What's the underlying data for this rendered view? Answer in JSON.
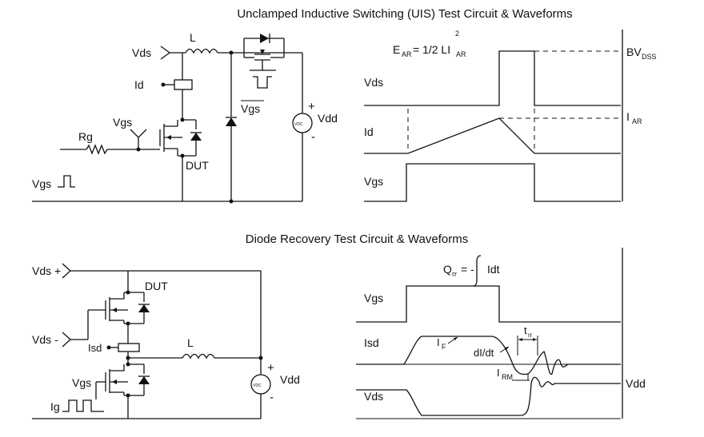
{
  "uis": {
    "title": "Unclamped Inductive Switching (UIS) Test Circuit & Waveforms",
    "vds": "Vds",
    "l": "L",
    "id": "Id",
    "vgs": "Vgs",
    "rg": "Rg",
    "dut": "DUT",
    "vgs_pulse": "Vgs",
    "vgs_bar": "Vgs",
    "vdd": "Vdd",
    "vdc": "VDC",
    "plus": "+",
    "minus": "-",
    "ear_main": "E",
    "ear_sub": "AR",
    "ear_eq": "= 1/2 LI",
    "ear_sup": "2",
    "ear_sub2": "AR",
    "wf_vds": "Vds",
    "wf_id": "Id",
    "wf_vgs": "Vgs",
    "bv_main": "BV",
    "bv_sub": "DSS",
    "iar_main": "I",
    "iar_sub": "AR"
  },
  "diode": {
    "title": "Diode Recovery Test Circuit & Waveforms",
    "vds_plus": "Vds +",
    "vds_minus": "Vds -",
    "dut": "DUT",
    "isd": "Isd",
    "l": "L",
    "vgs": "Vgs",
    "ig": "Ig",
    "vdd": "Vdd",
    "vdc": "VDC",
    "plus": "+",
    "minus": "-",
    "qrr_main": "Q",
    "qrr_sub": "rr",
    "qrr_eq": "= -",
    "qrr_int": "Idt",
    "wf_vgs": "Vgs",
    "wf_isd": "Isd",
    "wf_vds": "Vds",
    "if_main": "I",
    "if_sub": "F",
    "didt": "dI/dt",
    "trr_main": "t",
    "trr_sub": "rr",
    "irm_main": "I",
    "irm_sub": "RM",
    "vdd_right": "Vdd"
  }
}
